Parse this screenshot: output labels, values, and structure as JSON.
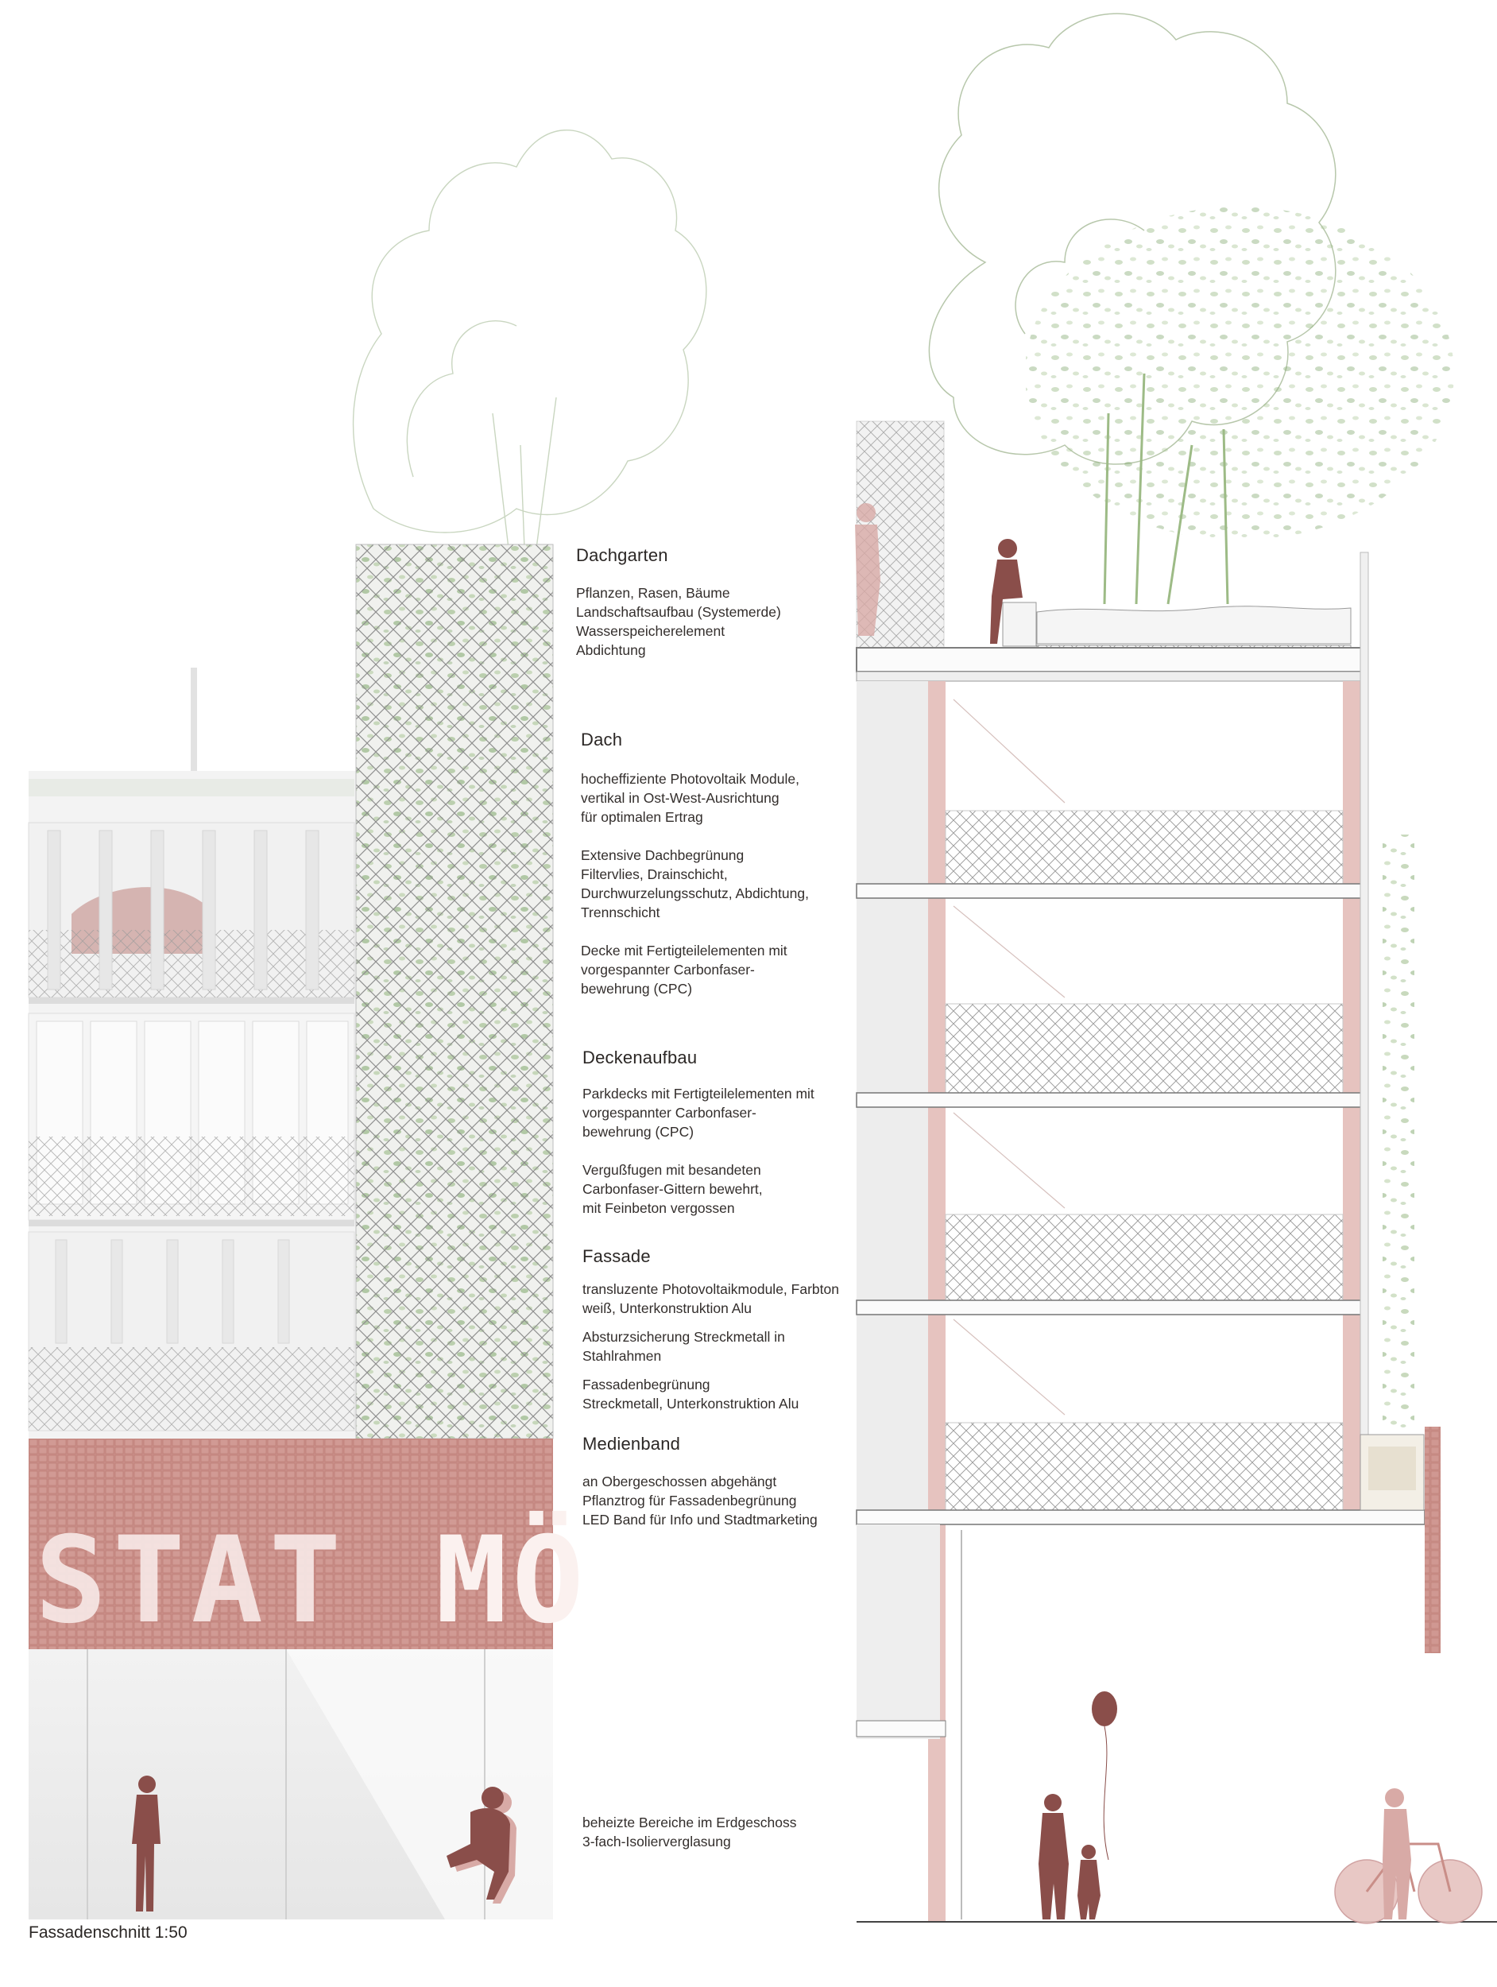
{
  "caption": "Fassadenschnitt 1:50",
  "colors": {
    "accent_red": "#c98e88",
    "figure_dark": "#8a4e4a",
    "figure_light": "#d8aaa6",
    "structure_pink": "#e6c3bf",
    "greenery": "#8fb27a",
    "mesh": "#9a9a9a",
    "background": "#ffffff"
  },
  "sign_text": {
    "left": "STAT",
    "right": "MÖ"
  },
  "annotations": [
    {
      "title": "Dachgarten",
      "lines": [
        "Pflanzen, Rasen, Bäume",
        "Landschaftsaufbau (Systemerde)",
        "Wasserspeicherelement",
        "Abdichtung"
      ]
    },
    {
      "title": "Dach",
      "paragraphs": [
        [
          "hocheffiziente Photovoltaik Module,",
          "vertikal in Ost-West-Ausrichtung",
          "für optimalen Ertrag"
        ],
        [
          "Extensive Dachbegrünung",
          "Filtervlies, Drainschicht,",
          "Durchwurzelungsschutz, Abdichtung,",
          "Trennschicht"
        ],
        [
          "Decke mit Fertigteilelementen mit",
          "vorgespannter Carbonfaser-",
          "bewehrung (CPC)"
        ]
      ]
    },
    {
      "title": "Deckenaufbau",
      "paragraphs": [
        [
          "Parkdecks mit Fertigteilelementen mit",
          "vorgespannter Carbonfaser-",
          "bewehrung (CPC)"
        ],
        [
          "Vergußfugen mit besandeten",
          "Carbonfaser-Gittern bewehrt,",
          "mit Feinbeton vergossen"
        ]
      ]
    },
    {
      "title": "Fassade",
      "paragraphs": [
        [
          "transluzente Photovoltaikmodule, Farbton",
          "weiß, Unterkonstruktion Alu"
        ],
        [
          "Absturzsicherung Streckmetall in",
          "Stahlrahmen"
        ],
        [
          "Fassadenbegrünung",
          "Streckmetall, Unterkonstruktion Alu"
        ]
      ]
    },
    {
      "title": "Medienband",
      "lines": [
        "an Obergeschossen abgehängt",
        "Pflanztrog für Fassadenbegrünung",
        "LED Band für Info und Stadtmarketing"
      ]
    },
    {
      "title": "",
      "lines": [
        "beheizte Bereiche im Erdgeschoss",
        "3-fach-Isolierverglasung"
      ]
    }
  ]
}
